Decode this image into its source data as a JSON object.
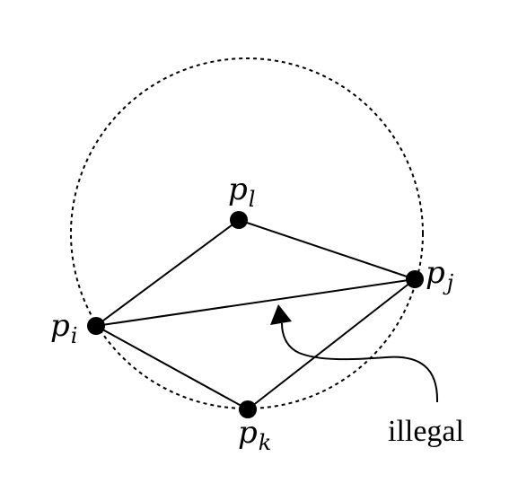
{
  "points": [
    {
      "id": "pl",
      "base": "p",
      "sub": "l"
    },
    {
      "id": "pj",
      "base": "p",
      "sub": "j"
    },
    {
      "id": "pi",
      "base": "p",
      "sub": "i"
    },
    {
      "id": "pk",
      "base": "p",
      "sub": "k"
    }
  ],
  "annotation": {
    "label": "illegal"
  },
  "colors": {
    "stroke": "#000000",
    "background": "#ffffff"
  }
}
